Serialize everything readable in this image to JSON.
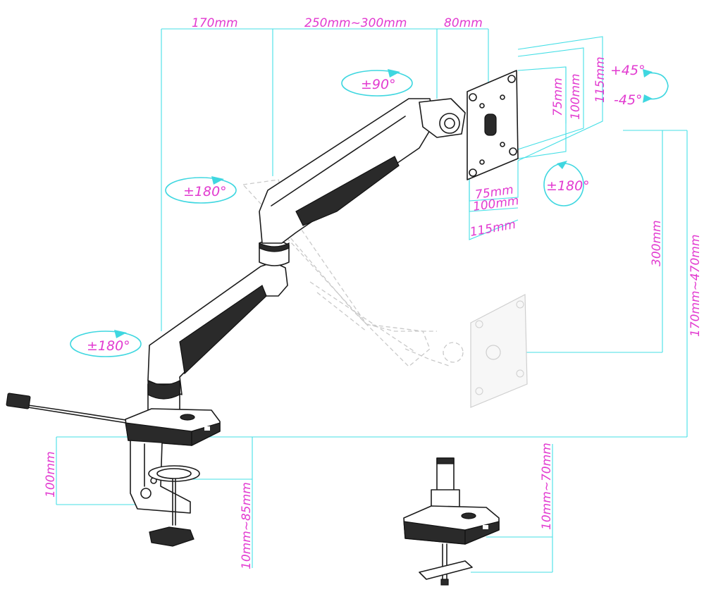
{
  "dimensions": {
    "top_offset": "170mm",
    "arm_reach": "250mm~300mm",
    "head_offset": "80mm",
    "vesa_h_small": "75mm",
    "vesa_h_mid": "100mm",
    "vesa_h_large": "115mm",
    "vesa_w_small": "75mm",
    "vesa_w_mid": "100mm",
    "vesa_w_large": "115mm",
    "height_adjust": "300mm",
    "total_height": "170mm~470mm",
    "clamp_height": "100mm",
    "clamp_thickness": "10mm~85mm",
    "grommet_thickness": "10mm~70mm"
  },
  "rotations": {
    "tilt_up": "+45°",
    "tilt_down": "-45°",
    "swivel_head": "±90°",
    "rotate_elbow": "±180°",
    "rotate_base": "±180°",
    "rotate_monitor": "±180°"
  },
  "colors": {
    "label": "#e23ad0",
    "dimension_line": "#45dfe6",
    "product_line": "#1b1b1b",
    "ghost_line": "#c9c9c9"
  }
}
